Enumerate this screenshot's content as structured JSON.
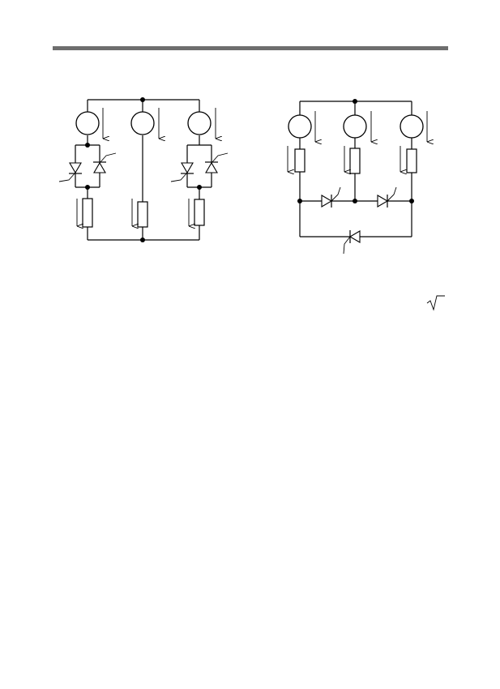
{
  "page": {
    "header_rule_color": "#6e6e6e",
    "line_color": "#000000",
    "background": "#ffffff"
  },
  "diagram_left": {
    "sources": 3,
    "thyristor_pairs": 2,
    "resistors": 3,
    "junction_nodes": 5,
    "current_arrows": 6
  },
  "diagram_right": {
    "sources": 3,
    "resistors": 3,
    "thyristors": 3,
    "junction_nodes": 4,
    "current_arrows": 6
  },
  "corner_mark": {
    "symbol": "√",
    "icon": "square-root-sign"
  }
}
